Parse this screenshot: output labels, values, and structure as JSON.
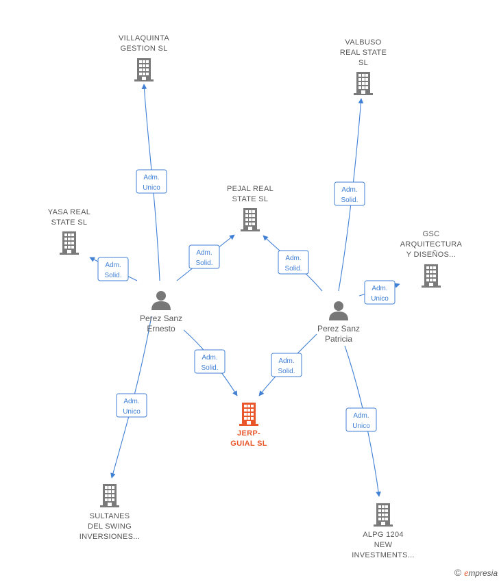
{
  "colors": {
    "edge": "#3f7fd4",
    "company": "#7a7a7a",
    "main_company": "#e8562a",
    "person": "#777777"
  },
  "companies": [
    {
      "id": "villaquinta",
      "lines": [
        "VILLAQUINTA",
        "GESTION  SL"
      ],
      "main": false
    },
    {
      "id": "valbuso",
      "lines": [
        "VALBUSO",
        "REAL STATE",
        "SL"
      ],
      "main": false
    },
    {
      "id": "pejal",
      "lines": [
        "PEJAL REAL",
        "STATE  SL"
      ],
      "main": false
    },
    {
      "id": "yasa",
      "lines": [
        "YASA REAL",
        "STATE  SL"
      ],
      "main": false
    },
    {
      "id": "gsc",
      "lines": [
        "GSC",
        "ARQUITECTURA",
        "Y DISEÑOS..."
      ],
      "main": false
    },
    {
      "id": "jerp",
      "lines": [
        "JERP-",
        "GUIAL  SL"
      ],
      "main": true
    },
    {
      "id": "sultanes",
      "lines": [
        "SULTANES",
        "DEL SWING",
        "INVERSIONES..."
      ],
      "main": false
    },
    {
      "id": "alpg",
      "lines": [
        "ALPG 1204",
        "NEW",
        "INVESTMENTS..."
      ],
      "main": false
    }
  ],
  "persons": [
    {
      "id": "ernesto",
      "lines": [
        "Perez Sanz",
        "Ernesto"
      ]
    },
    {
      "id": "patricia",
      "lines": [
        "Perez Sanz",
        "Patricia"
      ]
    }
  ],
  "edges": [
    {
      "from": "ernesto",
      "to": "villaquinta",
      "lines": [
        "Adm.",
        "Unico"
      ]
    },
    {
      "from": "ernesto",
      "to": "yasa",
      "lines": [
        "Adm.",
        "Solid."
      ]
    },
    {
      "from": "ernesto",
      "to": "pejal",
      "lines": [
        "Adm.",
        "Solid."
      ]
    },
    {
      "from": "ernesto",
      "to": "jerp",
      "lines": [
        "Adm.",
        "Solid."
      ]
    },
    {
      "from": "ernesto",
      "to": "sultanes",
      "lines": [
        "Adm.",
        "Unico"
      ]
    },
    {
      "from": "patricia",
      "to": "valbuso",
      "lines": [
        "Adm.",
        "Solid."
      ]
    },
    {
      "from": "patricia",
      "to": "pejal",
      "lines": [
        "Adm.",
        "Solid."
      ]
    },
    {
      "from": "patricia",
      "to": "gsc",
      "lines": [
        "Adm.",
        "Unico"
      ]
    },
    {
      "from": "patricia",
      "to": "jerp",
      "lines": [
        "Adm.",
        "Solid."
      ]
    },
    {
      "from": "patricia",
      "to": "alpg",
      "lines": [
        "Adm.",
        "Unico"
      ]
    }
  ],
  "footer": {
    "copyright": "©",
    "brand_initial": "e",
    "brand_rest": "mpresia"
  }
}
